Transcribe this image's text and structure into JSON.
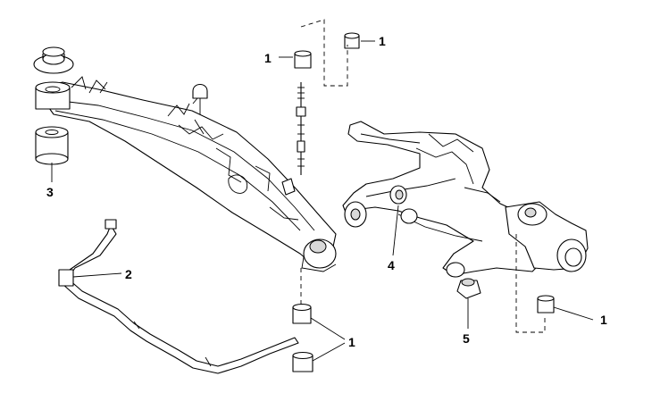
{
  "diagram": {
    "background_color": "#ffffff",
    "line_color": "#000000",
    "callouts": {
      "c1_top_left": "1",
      "c1_top_right": "1",
      "c1_bottom_center": "1",
      "c1_bottom_right": "1",
      "c2": "2",
      "c3": "3",
      "c4": "4",
      "c5": "5"
    }
  }
}
